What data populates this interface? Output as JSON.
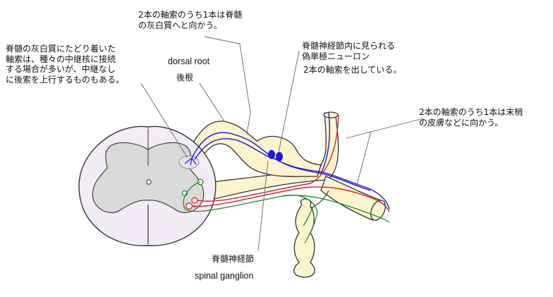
{
  "labels": {
    "top_note": "2本の軸索のうち1本は脊髄\nの灰白質へと向かう。",
    "left_note": "脊髄の灰白質にたどり着いた\n軸索は、種々の中継核に接続\nする場合が多いが、中継なし\nに後索を上行するものもある。",
    "dorsal_root_en": "dorsal root",
    "dorsal_root_ja": "後根",
    "pseudo_unipolar": "脊髄神経節内に見られる\n偽単極ニューロン",
    "two_axons": "2本の軸索を出している。",
    "peripheral_note": "2本の軸索のうち1本は末梢\nの皮膚などに向かう。",
    "ganglion_ja": "脊髄神経節",
    "ganglion_en": "spinal ganglion"
  },
  "colors": {
    "outline": "#333333",
    "nerve_fill": "#fbf4cf",
    "cord_fill": "#f1ecf6",
    "gray_matter": "#d9d9d9",
    "sensory_blue": "#1a1ad6",
    "motor_red": "#d62222",
    "green_fiber": "#1f8a2e",
    "leader": "#666666"
  }
}
